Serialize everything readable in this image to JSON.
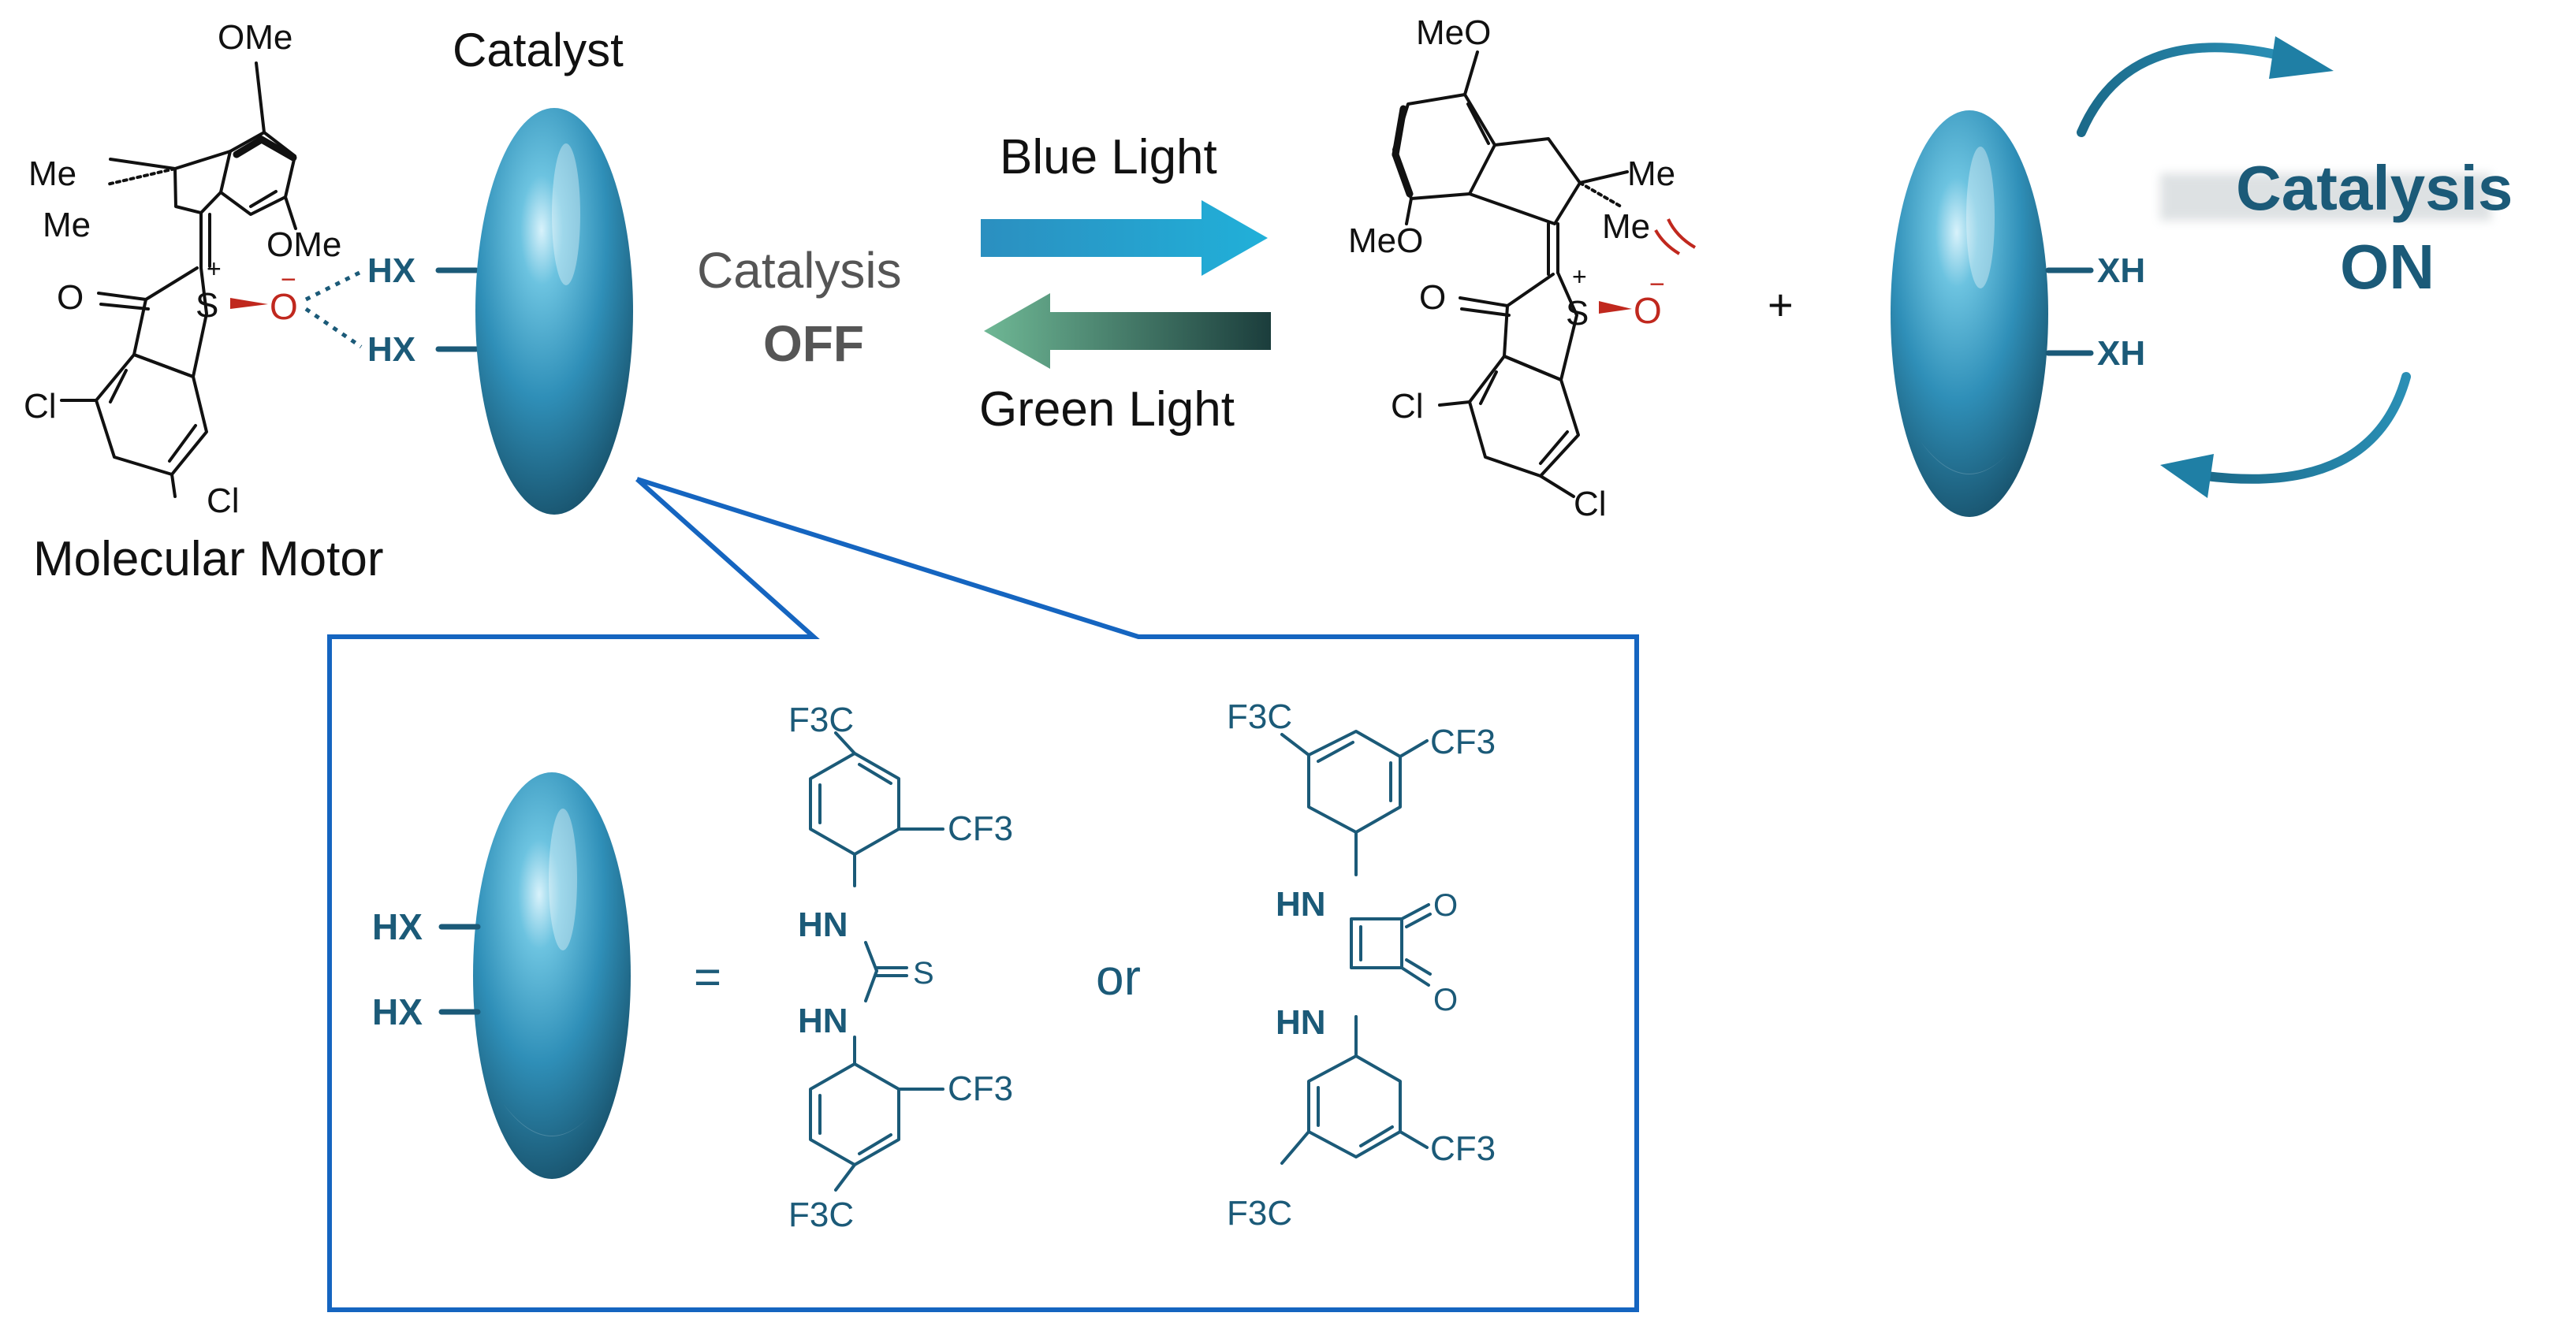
{
  "top": {
    "catalyst_label": "Catalyst",
    "motor_label": "Molecular Motor",
    "catalysis_off_1": "Catalysis",
    "catalysis_off_2": "OFF",
    "blue_light": "Blue Light",
    "green_light": "Green Light",
    "plus": "+",
    "catalysis_on_1": "Catalysis",
    "catalysis_on_2": "ON"
  },
  "left_motor": {
    "ome_top": "OMe",
    "ome_side": "OMe",
    "me1": "Me",
    "me2": "Me",
    "o": "O",
    "s": "S",
    "s_charge": "+",
    "o_minus": "O",
    "o_charge": "−",
    "cl1": "Cl",
    "cl2": "Cl",
    "hx1": "HX",
    "hx2": "HX"
  },
  "right_motor": {
    "meo_top": "MeO",
    "meo_side": "MeO",
    "me1": "Me",
    "me2": "Me",
    "o": "O",
    "s": "S",
    "s_charge": "+",
    "o_minus": "O",
    "o_charge": "−",
    "cl1": "Cl",
    "cl2": "Cl",
    "xh1": "XH",
    "xh2": "XH"
  },
  "inset": {
    "hx1": "HX",
    "hx2": "HX",
    "equals": "=",
    "or": "or",
    "thiourea": {
      "cf3_a": "F3C",
      "cf3_b": "CF3",
      "nh1": "HN",
      "s": "S",
      "nh2": "HN",
      "cf3_c": "CF3",
      "cf3_d": "F3C"
    },
    "squaramide": {
      "cf3_a": "F3C",
      "cf3_b": "CF3",
      "nh1": "HN",
      "o1": "O",
      "nh2": "HN",
      "o2": "O",
      "cf3_c": "CF3",
      "cf3_d": "F3C"
    }
  },
  "colors": {
    "blue_arrow": "#1e9ccf",
    "green_arrow": "#3a7a62",
    "catalyst": "#2f8fb8",
    "callout_border": "#1565c0",
    "teal_text": "#1b5a78",
    "oxygen_red": "#c0281e"
  }
}
